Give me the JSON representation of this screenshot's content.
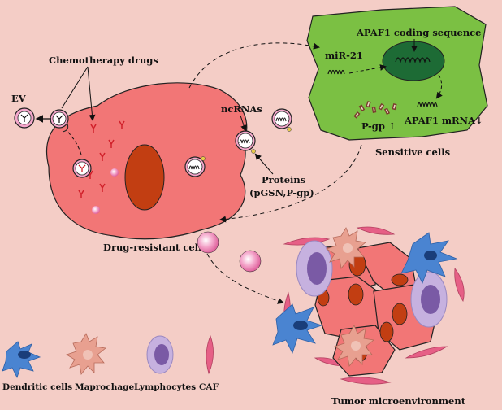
{
  "labels": {
    "chemo": "Chemotherapy drugs",
    "ev": "EV",
    "ncrnas": "ncRNAs",
    "proteins_line1": "Proteins",
    "proteins_line2": "(pGSN,P-gp)",
    "drug_resistant": "Drug-resistant cell",
    "sensitive": "Sensitive cells",
    "mir21": "miR-21",
    "apaf1_coding": "APAF1 coding sequence",
    "apaf1_mrna": "APAF1 mRNA↓",
    "pgp": "P-gp ↑",
    "tumor_env": "Tumor microenvironment"
  },
  "legend": [
    {
      "label": "Dendritic cells",
      "icon": "dendritic-cell-icon"
    },
    {
      "label": "Maprochage",
      "icon": "macrophage-icon"
    },
    {
      "label": "Lymphocytes",
      "icon": "lymphocyte-icon"
    },
    {
      "label": "CAF",
      "icon": "caf-icon"
    }
  ],
  "colors": {
    "background": "#f4cdc6",
    "resistant_cell": "#f27676",
    "nucleus": "#c23e12",
    "sensitive_cell": "#7bc043",
    "sensitive_nucleus": "#1d6b35",
    "vesicle": "#ef86b6",
    "dendritic": "#4a84d1",
    "macrophage": "#e8a090",
    "lymphocyte": "#c6b1df",
    "caf": "#e65f86"
  }
}
